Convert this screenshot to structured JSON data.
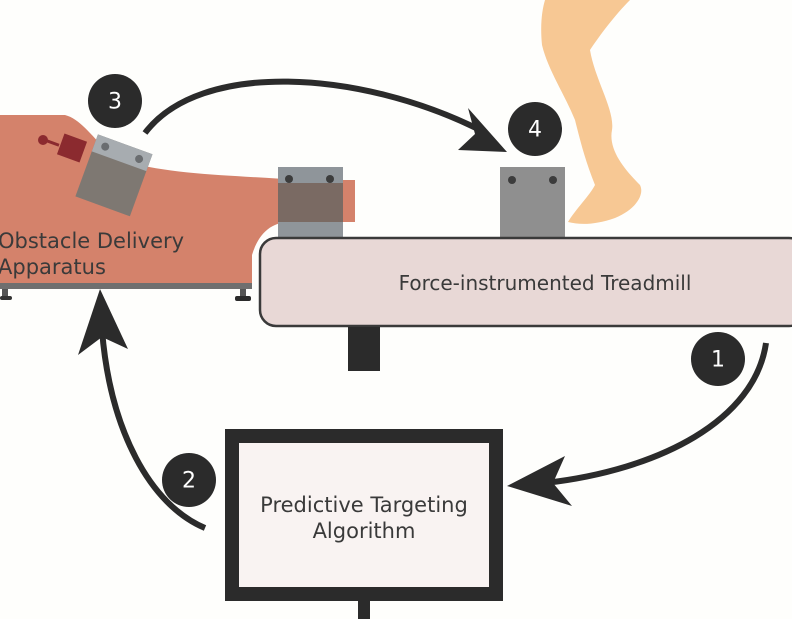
{
  "diagram": {
    "title": "Obstacle delivery feedback loop",
    "components": {
      "obstacle_apparatus": {
        "label_line1": "Obstacle Delivery",
        "label_line2": "Apparatus"
      },
      "treadmill": {
        "label": "Force-instrumented Treadmill"
      },
      "algorithm": {
        "label_line1": "Predictive Targeting",
        "label_line2": "Algorithm"
      }
    },
    "steps": [
      {
        "number": "1",
        "from": "Force-instrumented Treadmill",
        "to": "Predictive Targeting Algorithm"
      },
      {
        "number": "2",
        "from": "Predictive Targeting Algorithm",
        "to": "Obstacle Delivery Apparatus"
      },
      {
        "number": "3",
        "from": "Obstacle Delivery Apparatus",
        "to": "Obstacle on treadmill"
      },
      {
        "number": "4",
        "from": "Obstacle on treadmill",
        "to": "Obstacle positioned in front of foot"
      }
    ],
    "colors": {
      "apparatus": "#d4826b",
      "treadmill_fill": "#e8d8d6",
      "algorithm_fill": "#f9f3f2",
      "dark": "#2b2b2b",
      "obstacle": "#8f8f8f",
      "leg": "#f7c894",
      "actuator": "#8b2a2f"
    }
  }
}
